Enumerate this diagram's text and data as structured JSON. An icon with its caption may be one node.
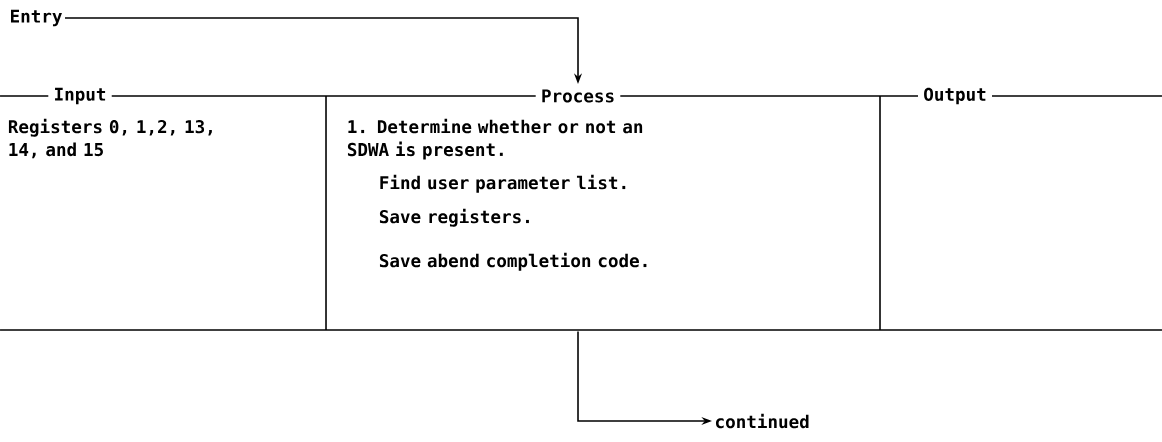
{
  "diagram": {
    "nodes": [
      {
        "text": [
          "Entry"
        ]
      },
      {
        "text": [
          "Input",
          "Registers 0, 1,2, 13, 14, and 15"
        ]
      },
      {
        "text": [
          "Process",
          "1. Determine whether or not an SDWA is present.",
          "Find user parameter list.",
          "Save registers.",
          "Save abend completion code."
        ]
      },
      {
        "text": [
          "Output"
        ]
      },
      {
        "text": [
          "continued"
        ]
      }
    ],
    "edges": [
      {
        "from": 0,
        "to": 2,
        "arrow": "to"
      },
      {
        "from": 2,
        "to": 4,
        "arrow": "to"
      }
    ]
  }
}
